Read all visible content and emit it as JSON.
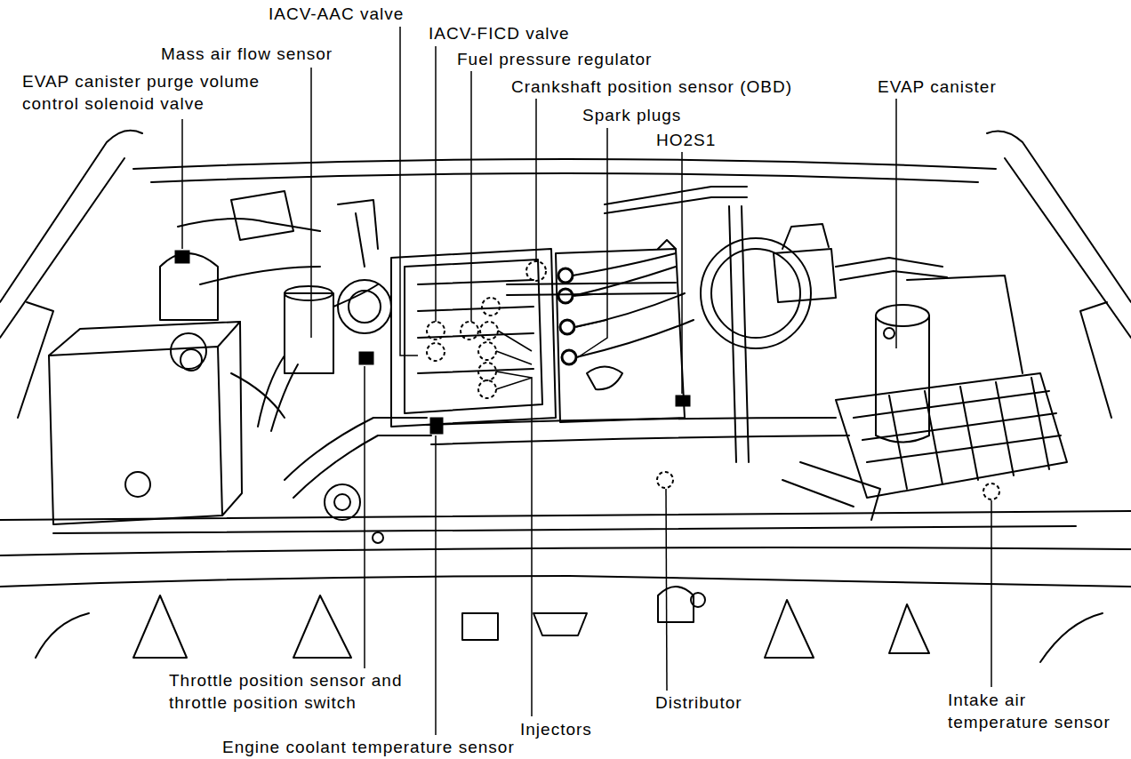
{
  "diagram": {
    "labels": [
      "IACV-AAC valve",
      "IACV-FICD valve",
      "Mass air flow sensor",
      "Fuel pressure regulator",
      "EVAP canister purge volume control solenoid valve",
      "Crankshaft position sensor (OBD)",
      "EVAP canister",
      "Spark plugs",
      "HO2S1",
      "Throttle position sensor and throttle position switch",
      "Distributor",
      "Intake air temperature sensor",
      "Injectors",
      "Engine coolant temperature sensor"
    ]
  }
}
